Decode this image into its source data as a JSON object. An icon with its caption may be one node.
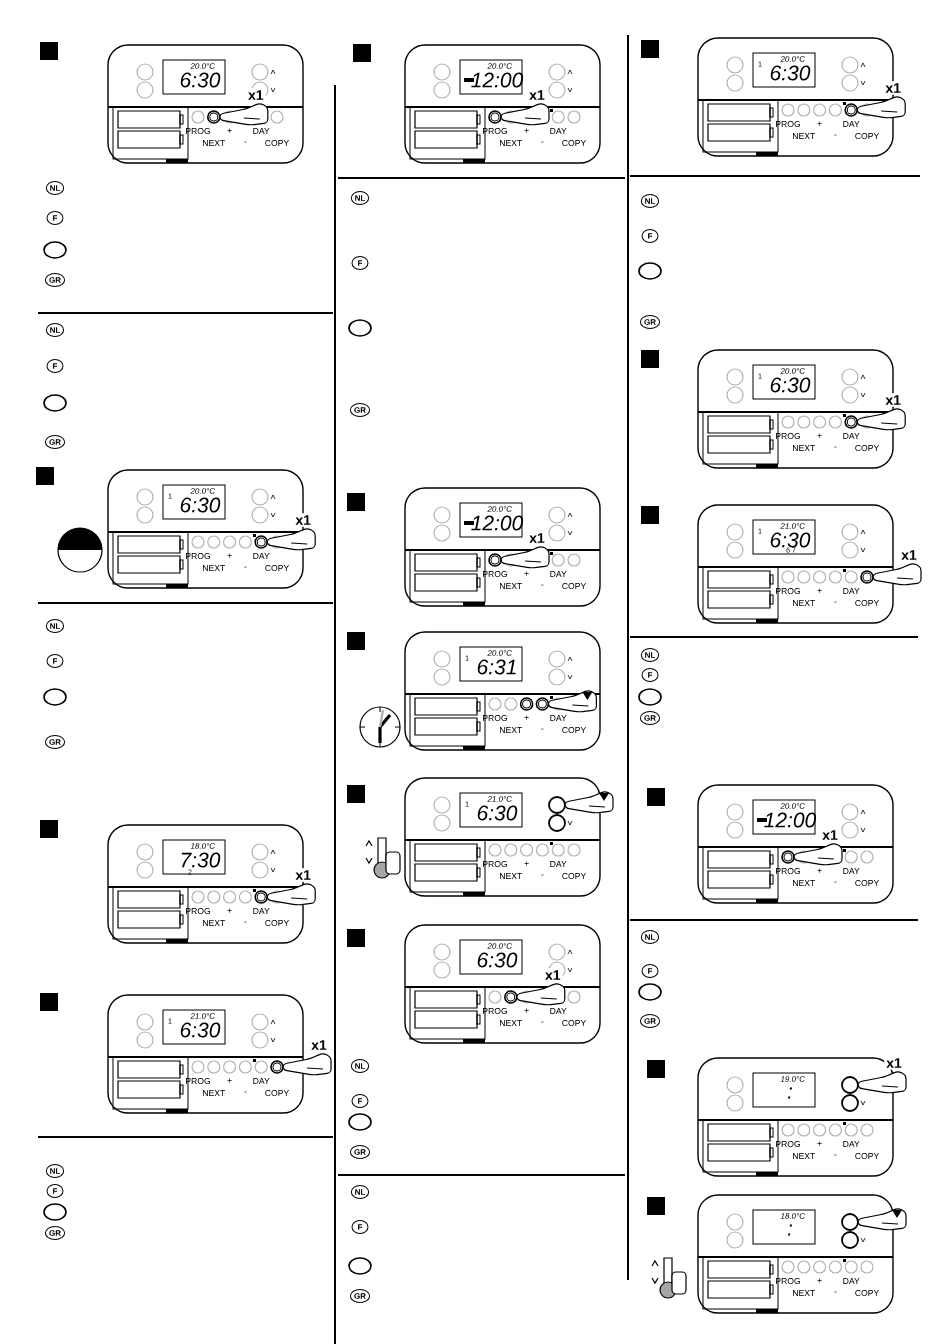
{
  "diagram": {
    "labels": [
      "20.0°C",
      "6:30",
      "PROG",
      "NEXT",
      "+",
      "-",
      "DAY",
      "COPY",
      "x1",
      "NL",
      "F",
      "GR",
      "NL",
      "F",
      "GR",
      "20.0°C",
      "6:30",
      "1",
      "PROG",
      "NEXT",
      "+",
      "-",
      "DAY",
      "COPY",
      "x1",
      "NL",
      "F",
      "GR",
      "18.0°C",
      "7:30",
      "2",
      "PROG",
      "NEXT",
      "+",
      "-",
      "DAY",
      "COPY",
      "x1",
      "21.0°C",
      "6:30",
      "1",
      "PROG",
      "NEXT",
      "+",
      "-",
      "DAY",
      "COPY",
      "x1",
      "NL",
      "F",
      "GR",
      "20.0°C",
      "12:00",
      "PROG",
      "NEXT",
      "+",
      "-",
      "DAY",
      "COPY",
      "x1",
      "NL",
      "F",
      "GR",
      "20.0°C",
      "12:00",
      "PROG",
      "NEXT",
      "+",
      "-",
      "DAY",
      "COPY",
      "x1",
      "20.0°C",
      "6:31",
      "1",
      "PROG",
      "NEXT",
      "+",
      "-",
      "DAY",
      "COPY",
      "21.0°C",
      "6:30",
      "1",
      "PROG",
      "NEXT",
      "+",
      "-",
      "DAY",
      "COPY",
      "20.0°C",
      "6:30",
      "PROG",
      "NEXT",
      "+",
      "-",
      "DAY",
      "COPY",
      "x1",
      "NL",
      "F",
      "GR",
      "NL",
      "F",
      "GR",
      "20.0°C",
      "6:30",
      "1",
      "PROG",
      "NEXT",
      "+",
      "-",
      "DAY",
      "COPY",
      "x1",
      "NL",
      "F",
      "GR",
      "20.0°C",
      "6:30",
      "1",
      "PROG",
      "NEXT",
      "+",
      "-",
      "DAY",
      "COPY",
      "x1",
      "21.0°C",
      "6:30",
      "1",
      "6 7",
      "PROG",
      "NEXT",
      "+",
      "-",
      "DAY",
      "COPY",
      "x1",
      "NL",
      "F",
      "GR",
      "20.0°C",
      "12:00",
      "PROG",
      "NEXT",
      "+",
      "-",
      "DAY",
      "COPY",
      "x1",
      "NL",
      "F",
      "GR",
      "19.0°C",
      ":",
      "PROG",
      "NEXT",
      "+",
      "-",
      "DAY",
      "COPY",
      "x1",
      "18.0°C",
      ":",
      "PROG",
      "NEXT",
      "+",
      "-",
      "DAY",
      "COPY"
    ]
  }
}
